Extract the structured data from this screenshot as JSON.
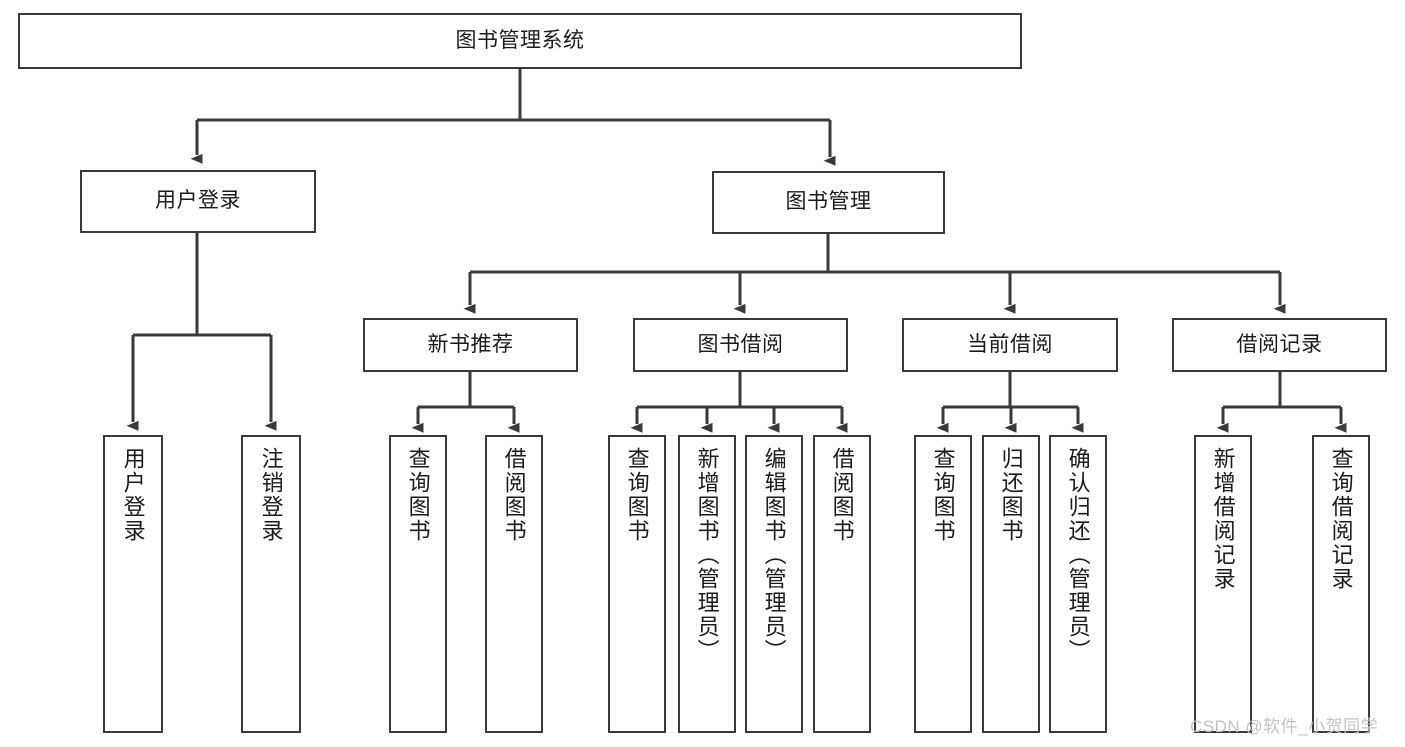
{
  "diagram": {
    "title": "图书管理系统",
    "type": "tree-hierarchy-diagram",
    "root": {
      "id": "root",
      "label": "图书管理系统"
    },
    "level1": [
      {
        "id": "user-login",
        "label": "用户登录"
      },
      {
        "id": "book-manage",
        "label": "图书管理"
      }
    ],
    "level2": [
      {
        "id": "new-book-rec",
        "label": "新书推荐"
      },
      {
        "id": "book-borrow",
        "label": "图书借阅"
      },
      {
        "id": "current-borrow",
        "label": "当前借阅"
      },
      {
        "id": "borrow-record",
        "label": "借阅记录"
      }
    ],
    "leaves": {
      "user_login": [
        {
          "id": "leaf-user-login",
          "label": "用户登录"
        },
        {
          "id": "leaf-logout",
          "label": "注销登录"
        }
      ],
      "new_book_rec": [
        {
          "id": "leaf-query-book-1",
          "label": "查询图书"
        },
        {
          "id": "leaf-borrow-book-1",
          "label": "借阅图书"
        }
      ],
      "book_borrow": [
        {
          "id": "leaf-query-book-2",
          "label": "查询图书"
        },
        {
          "id": "leaf-add-book",
          "label": "新增图书（管理员）"
        },
        {
          "id": "leaf-edit-book",
          "label": "编辑图书（管理员）"
        },
        {
          "id": "leaf-borrow-book-2",
          "label": "借阅图书"
        }
      ],
      "current_borrow": [
        {
          "id": "leaf-query-book-3",
          "label": "查询图书"
        },
        {
          "id": "leaf-return-book",
          "label": "归还图书"
        },
        {
          "id": "leaf-confirm-return",
          "label": "确认归还（管理员）"
        }
      ],
      "borrow_record": [
        {
          "id": "leaf-add-record",
          "label": "新增借阅记录"
        },
        {
          "id": "leaf-query-record",
          "label": "查询借阅记录"
        }
      ]
    }
  },
  "watermark": {
    "text": "CSDN @软件_小贺同学"
  },
  "colors": {
    "stroke": "#3a3a3a",
    "fill": "#ffffff",
    "text": "#1b1b1b",
    "watermark": "#c3c3c3"
  }
}
